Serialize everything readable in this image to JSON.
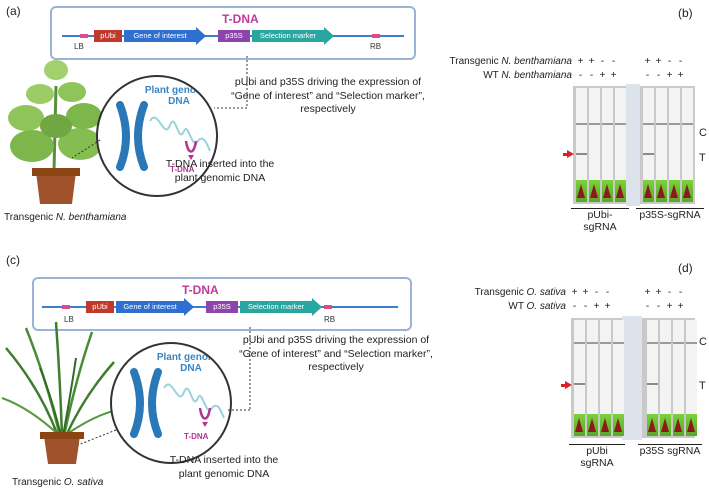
{
  "panel_a": {
    "label": "(a)",
    "tdna_title": "T-DNA",
    "lb": "LB",
    "rb": "RB",
    "segments": [
      "pUbi",
      "Gene of interest",
      "p35S",
      "Selection marker"
    ],
    "circle_title": "Plant genomic\nDNA",
    "circle_tdna": "T-DNA",
    "desc": "pUbi and p35S driving the expression of “Gene of interest” and “Selection marker”, respectively",
    "insert_text": "T-DNA inserted into the plant genomic DNA",
    "caption_prefix": "Transgenic ",
    "caption_species": "N. benthamiana"
  },
  "panel_b": {
    "label": "(b)",
    "row1_prefix": "Transgenic ",
    "row1_species": "N. benthamiana",
    "row2_prefix": "WT ",
    "row2_species": "N. benthamiana",
    "row1_signs": [
      "+",
      "+",
      "-",
      "-",
      "+",
      "+",
      "-",
      "-"
    ],
    "row2_signs": [
      "-",
      "-",
      "+",
      "+",
      "-",
      "-",
      "+",
      "+"
    ],
    "c_label": "C",
    "t_label": "T",
    "group1": "pUbi-sgRNA",
    "group2": "p35S-sgRNA",
    "t_line_present": [
      true,
      false,
      false,
      false,
      true,
      false,
      false,
      false
    ]
  },
  "panel_c": {
    "label": "(c)",
    "tdna_title": "T-DNA",
    "lb": "LB",
    "rb": "RB",
    "segments": [
      "pUbi",
      "Gene of interest",
      "p35S",
      "Selection marker"
    ],
    "circle_title": "Plant genomic\nDNA",
    "circle_tdna": "T-DNA",
    "desc": "pUbi and p35S driving the expression of “Gene of interest” and “Selection marker”, respectively",
    "insert_text": "T-DNA inserted into the plant genomic DNA",
    "caption_prefix": "Transgenic ",
    "caption_species": "O. sativa"
  },
  "panel_d": {
    "label": "(d)",
    "row1_prefix": "Transgenic ",
    "row1_species": "O. sativa",
    "row2_prefix": "WT ",
    "row2_species": "O. sativa",
    "row1_signs": [
      "+",
      "+",
      "-",
      "-",
      "+",
      "+",
      "-",
      "-"
    ],
    "row2_signs": [
      "-",
      "-",
      "+",
      "+",
      "-",
      "-",
      "+",
      "+"
    ],
    "c_label": "C",
    "t_label": "T",
    "group1": "pUbi sgRNA",
    "group2": "p35S sgRNA",
    "t_line_present": [
      true,
      false,
      false,
      false,
      true,
      false,
      false,
      false
    ]
  },
  "colors": {
    "pUbi": "#c0392b",
    "gene": "#2f6fd0",
    "p35S": "#8e44ad",
    "marker": "#2aa6a0",
    "backbone": "#3c7ec9",
    "tdna": "#c0399b",
    "dna": "#2a78b8"
  }
}
